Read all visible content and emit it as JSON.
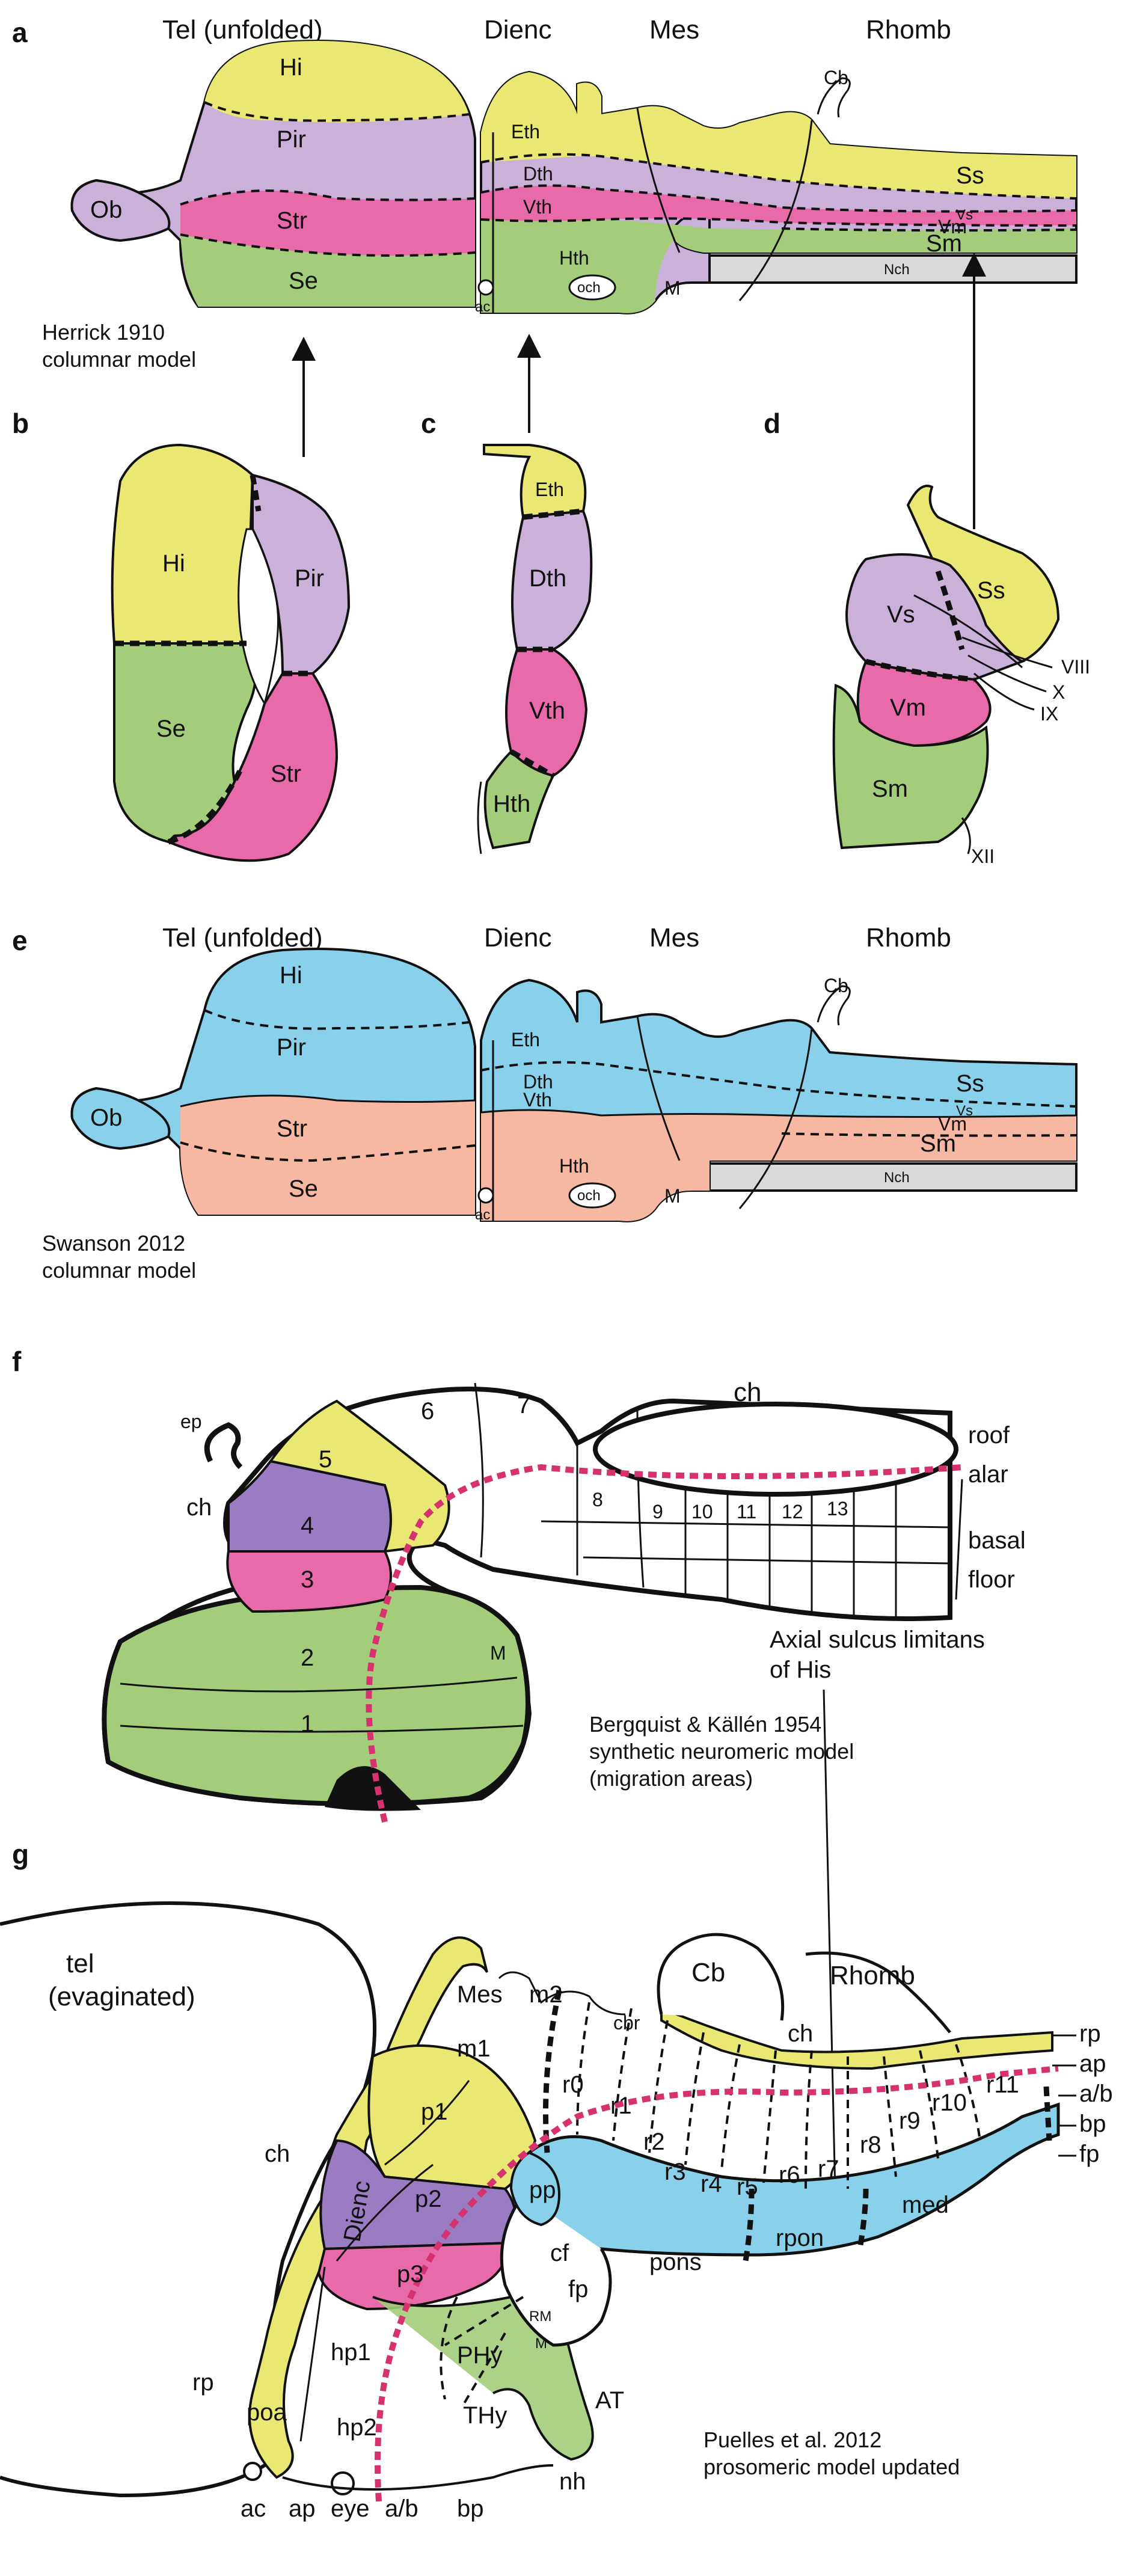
{
  "panels": {
    "a": {
      "letter": "a",
      "headers": [
        "Tel (unfolded)",
        "Dienc",
        "Mes",
        "Rhomb"
      ],
      "regions": [
        "Hi",
        "Pir",
        "Str",
        "Se",
        "Ob",
        "Eth",
        "Dth",
        "Vth",
        "Hth",
        "M",
        "ac",
        "och",
        "Cb",
        "Ss",
        "Vs",
        "Vm",
        "Sm",
        "Nch"
      ],
      "caption_line1": "Herrick 1910",
      "caption_line2": "columnar model"
    },
    "b": {
      "letter": "b",
      "regions": [
        "Hi",
        "Pir",
        "Se",
        "Str"
      ]
    },
    "c": {
      "letter": "c",
      "regions": [
        "Eth",
        "Dth",
        "Vth",
        "Hth"
      ]
    },
    "d": {
      "letter": "d",
      "regions": [
        "Ss",
        "Vs",
        "Vm",
        "Sm"
      ],
      "nerves": [
        "VIII",
        "X",
        "IX",
        "XII"
      ]
    },
    "e": {
      "letter": "e",
      "headers": [
        "Tel (unfolded)",
        "Dienc",
        "Mes",
        "Rhomb"
      ],
      "regions": [
        "Hi",
        "Pir",
        "Str",
        "Se",
        "Ob",
        "Eth",
        "Dth",
        "Vth",
        "Hth",
        "M",
        "ac",
        "och",
        "Cb",
        "Ss",
        "Vs",
        "Vm",
        "Sm",
        "Nch"
      ],
      "caption_line1": "Swanson 2012",
      "caption_line2": "columnar model"
    },
    "f": {
      "letter": "f",
      "labels": [
        "ep",
        "ch",
        "5",
        "4",
        "3",
        "2",
        "1",
        "6",
        "7",
        "M",
        "ch",
        "8",
        "9",
        "10",
        "11",
        "12",
        "13"
      ],
      "zones": [
        "roof",
        "alar",
        "basal",
        "floor"
      ],
      "annotation_line1": "Axial sulcus limitans",
      "annotation_line2": "of His",
      "caption_line1": "Bergquist & Källén 1954",
      "caption_line2": "synthetic neuromeric model",
      "caption_line3": "(migration areas)"
    },
    "g": {
      "letter": "g",
      "tel_line1": "tel",
      "tel_line2": "(evaginated)",
      "labels": [
        "Mes",
        "m2",
        "m1",
        "Cb",
        "Rhomb",
        "cbr",
        "ch",
        "r0",
        "r1",
        "r2",
        "r3",
        "r4",
        "r5",
        "r6",
        "r7",
        "r8",
        "r9",
        "r10",
        "r11",
        "p1",
        "p2",
        "p3",
        "Dienc",
        "ch",
        "pp",
        "cf",
        "fp",
        "pons",
        "rpon",
        "med",
        "RM",
        "M",
        "PHy",
        "THy",
        "hp1",
        "hp2",
        "poa",
        "rp",
        "AT",
        "nh",
        "ac",
        "ap",
        "eye",
        "a/b",
        "bp"
      ],
      "right_labels": [
        "rp",
        "ap",
        "a/b",
        "bp",
        "fp"
      ],
      "caption_line1": "Puelles et al. 2012",
      "caption_line2": "prosomeric model updated"
    }
  },
  "colors": {
    "yellow": "#e8e873",
    "lilac": "#c9b1d9",
    "pink": "#e86aa8",
    "green": "#a3cd7a",
    "blue": "#89d0ea",
    "salmon": "#f6b8a3",
    "purple": "#9a7cc2",
    "magenta_line": "#d6326f",
    "notochord": "#d9d9d9"
  }
}
